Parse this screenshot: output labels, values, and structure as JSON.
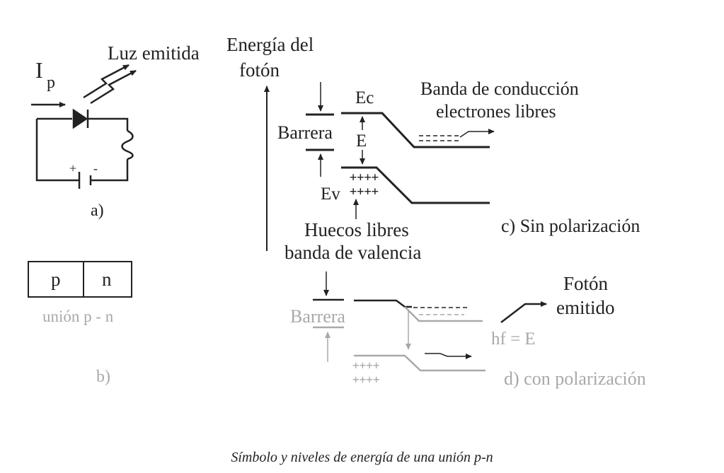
{
  "colors": {
    "ink": "#222222",
    "faded": "#a9a9a9",
    "background": "#ffffff"
  },
  "panel_a": {
    "current_label": "I",
    "current_subscript": "p",
    "light_label": "Luz emitida",
    "battery_plus": "+",
    "battery_minus": "-",
    "tag": "a)"
  },
  "panel_b": {
    "p_label": "p",
    "n_label": "n",
    "caption": "unión p - n",
    "tag": "b)"
  },
  "energy_axis_label_line1": "Energía del",
  "energy_axis_label_line2": "fotón",
  "panel_c": {
    "ec_label": "Ec",
    "conduction_line1": "Banda de conducción",
    "conduction_line2": "electrones libres",
    "barrier_label": "Barrera",
    "gap_label": "E",
    "holes_row1": "++++",
    "holes_row2": "++++",
    "ev_label": "Ev",
    "valence_line1": "Huecos libres",
    "valence_line2": "banda de valencia",
    "tag": "c) Sin polarización"
  },
  "panel_d": {
    "barrier_label": "Barrera",
    "photon_line1": "Fotón",
    "photon_line2": "emitido",
    "photon_energy": "hf = E",
    "holes_row1": "++++",
    "holes_row2": "++++",
    "tag": "d) con polarización"
  },
  "figure_caption": "Símbolo y niveles de energía de una unión p-n"
}
